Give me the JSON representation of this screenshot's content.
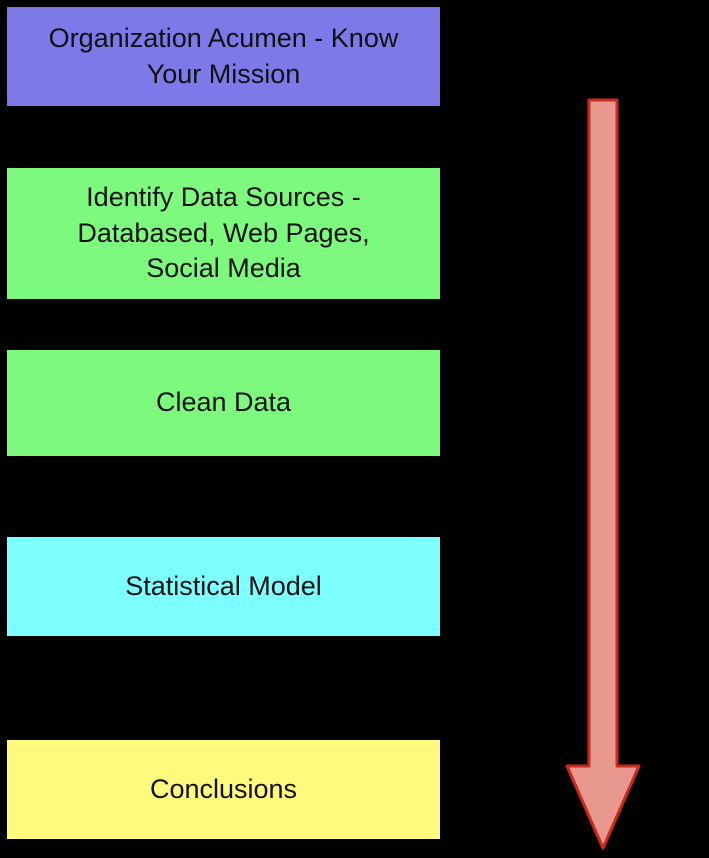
{
  "diagram": {
    "background": "#000000",
    "text_color": "#111111",
    "steps": [
      {
        "label": "Organization Acumen - Know Your Mission",
        "color": "#7d79e8"
      },
      {
        "label": "Identify Data Sources - Databased, Web Pages, Social Media",
        "color": "#7dfa7d"
      },
      {
        "label": "Clean Data",
        "color": "#7dfa7d"
      },
      {
        "label": "Statistical Model",
        "color": "#7dffff"
      },
      {
        "label": "Conclusions",
        "color": "#fffa7d"
      }
    ],
    "arrow": {
      "direction": "down",
      "fill": "#e8988f",
      "stroke": "#cc2a1f"
    }
  }
}
